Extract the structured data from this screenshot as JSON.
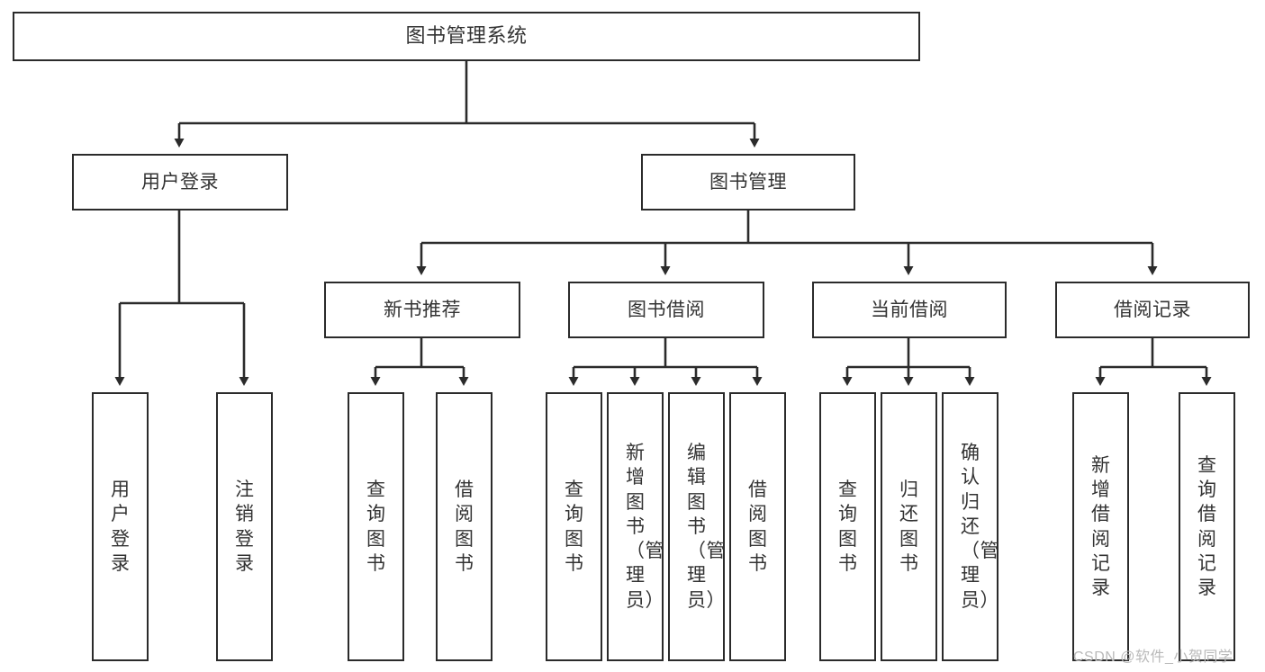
{
  "diagram": {
    "title": "图书管理系统",
    "type": "tree-hierarchy",
    "watermark": "CSDN @软件_小贺同学",
    "colors": {
      "stroke": "#2b2b2b",
      "text": "#333333",
      "background": "#ffffff",
      "watermark": "#b9b9b9"
    },
    "nodes": {
      "root": {
        "label": "图书管理系统",
        "level": 0
      },
      "level1": [
        {
          "id": "user-login",
          "label": "用户登录"
        },
        {
          "id": "book-management",
          "label": "图书管理"
        }
      ],
      "level2": [
        {
          "id": "new-book-recommend",
          "label": "新书推荐",
          "parent": "book-management"
        },
        {
          "id": "book-borrow",
          "label": "图书借阅",
          "parent": "book-management"
        },
        {
          "id": "current-borrow",
          "label": "当前借阅",
          "parent": "book-management"
        },
        {
          "id": "borrow-record",
          "label": "借阅记录",
          "parent": "book-management"
        }
      ],
      "leaves": {
        "user-login": [
          {
            "id": "leaf-user-login",
            "label": "用户登录"
          },
          {
            "id": "leaf-logout",
            "label": "注销登录"
          }
        ],
        "new-book-recommend": [
          {
            "id": "leaf-query-book-1",
            "label": "查询图书"
          },
          {
            "id": "leaf-borrow-book-1",
            "label": "借阅图书"
          }
        ],
        "book-borrow": [
          {
            "id": "leaf-query-book-2",
            "label": "查询图书"
          },
          {
            "id": "leaf-add-book",
            "label": "新增图书（管理员）"
          },
          {
            "id": "leaf-edit-book",
            "label": "编辑图书（管理员）"
          },
          {
            "id": "leaf-borrow-book-2",
            "label": "借阅图书"
          }
        ],
        "current-borrow": [
          {
            "id": "leaf-query-book-3",
            "label": "查询图书"
          },
          {
            "id": "leaf-return-book",
            "label": "归还图书"
          },
          {
            "id": "leaf-confirm-return",
            "label": "确认归还（管理员）"
          }
        ],
        "borrow-record": [
          {
            "id": "leaf-add-record",
            "label": "新增借阅记录"
          },
          {
            "id": "leaf-query-record",
            "label": "查询借阅记录"
          }
        ]
      }
    }
  }
}
